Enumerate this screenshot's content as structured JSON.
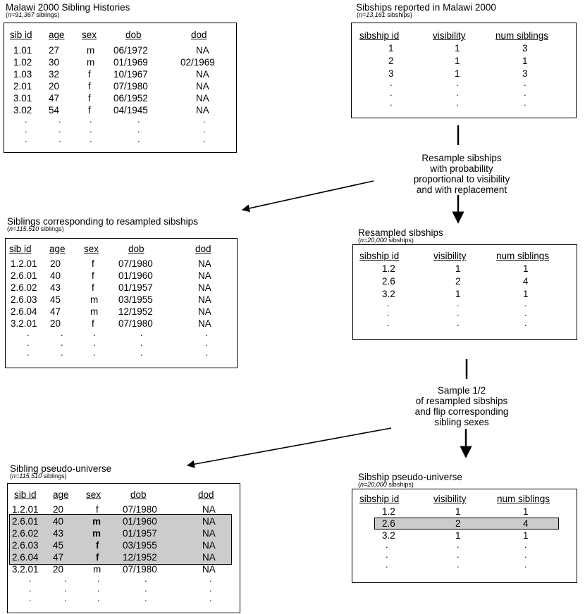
{
  "colors": {
    "highlight": "#cccccc",
    "line": "#000000"
  },
  "malawi_siblings": {
    "title": "Malawi 2000 Sibling Histories",
    "n_label": "n=91,367",
    "n_unit": "siblings",
    "headers": [
      "sib id",
      "age",
      "sex",
      "dob",
      "dod"
    ],
    "rows": [
      [
        "1.01",
        "27",
        "m",
        "06/1972",
        "NA"
      ],
      [
        "1.02",
        "30",
        "m",
        "01/1969",
        "02/1969"
      ],
      [
        "1.03",
        "32",
        "f",
        "10/1967",
        "NA"
      ],
      [
        "2.01",
        "20",
        "f",
        "07/1980",
        "NA"
      ],
      [
        "3.01",
        "47",
        "f",
        "06/1952",
        "NA"
      ],
      [
        "3.02",
        "54",
        "f",
        "04/1945",
        "NA"
      ]
    ]
  },
  "malawi_sibships": {
    "title": "Sibships reported in Malawi 2000",
    "n_label": "n=13,161",
    "n_unit": "sibships",
    "headers": [
      "sibship id",
      "visibility",
      "num siblings"
    ],
    "rows": [
      [
        "1",
        "1",
        "3"
      ],
      [
        "2",
        "1",
        "1"
      ],
      [
        "3",
        "1",
        "3"
      ]
    ]
  },
  "resample_note": [
    "Resample sibships",
    "with probability",
    "proportional to visibility",
    "and with replacement"
  ],
  "resampled_siblings": {
    "title": "Siblings corresponding to resampled sibships",
    "n_label": "n=115,510",
    "n_unit": "siblings",
    "headers": [
      "sib id",
      "age",
      "sex",
      "dob",
      "dod"
    ],
    "rows": [
      [
        "1.2.01",
        "20",
        "f",
        "07/1980",
        "NA"
      ],
      [
        "2.6.01",
        "40",
        "f",
        "01/1960",
        "NA"
      ],
      [
        "2.6.02",
        "43",
        "f",
        "01/1957",
        "NA"
      ],
      [
        "2.6.03",
        "45",
        "m",
        "03/1955",
        "NA"
      ],
      [
        "2.6.04",
        "47",
        "m",
        "12/1952",
        "NA"
      ],
      [
        "3.2.01",
        "20",
        "f",
        "07/1980",
        "NA"
      ]
    ]
  },
  "resampled_sibships": {
    "title": "Resampled sibships",
    "n_label": "n=20,000",
    "n_unit": "sibships",
    "headers": [
      "sibship id",
      "visibility",
      "num siblings"
    ],
    "rows": [
      [
        "1.2",
        "1",
        "1"
      ],
      [
        "2.6",
        "2",
        "4"
      ],
      [
        "3.2",
        "1",
        "1"
      ]
    ]
  },
  "sample_note": [
    "Sample 1/2",
    "of resampled sibships",
    "and flip corresponding",
    "sibling sexes"
  ],
  "pseudo_siblings": {
    "title": "Sibling pseudo-universe",
    "n_label": "n=115,510",
    "n_unit": "siblings",
    "headers": [
      "sib id",
      "age",
      "sex",
      "dob",
      "dod"
    ],
    "rows": [
      [
        "1.2.01",
        "20",
        "f",
        "07/1980",
        "NA"
      ],
      [
        "2.6.01",
        "40",
        "m",
        "01/1960",
        "NA"
      ],
      [
        "2.6.02",
        "43",
        "m",
        "01/1957",
        "NA"
      ],
      [
        "2.6.03",
        "45",
        "f",
        "03/1955",
        "NA"
      ],
      [
        "2.6.04",
        "47",
        "f",
        "12/1952",
        "NA"
      ],
      [
        "3.2.01",
        "20",
        "m",
        "07/1980",
        "NA"
      ]
    ]
  },
  "pseudo_sibships": {
    "title": "Sibship pseudo-universe",
    "n_label": "n=20,000",
    "n_unit": "sibships",
    "headers": [
      "sibship id",
      "visibility",
      "num siblings"
    ],
    "rows": [
      [
        "1.2",
        "1",
        "1"
      ],
      [
        "2.6",
        "2",
        "4"
      ],
      [
        "3.2",
        "1",
        "1"
      ]
    ]
  }
}
